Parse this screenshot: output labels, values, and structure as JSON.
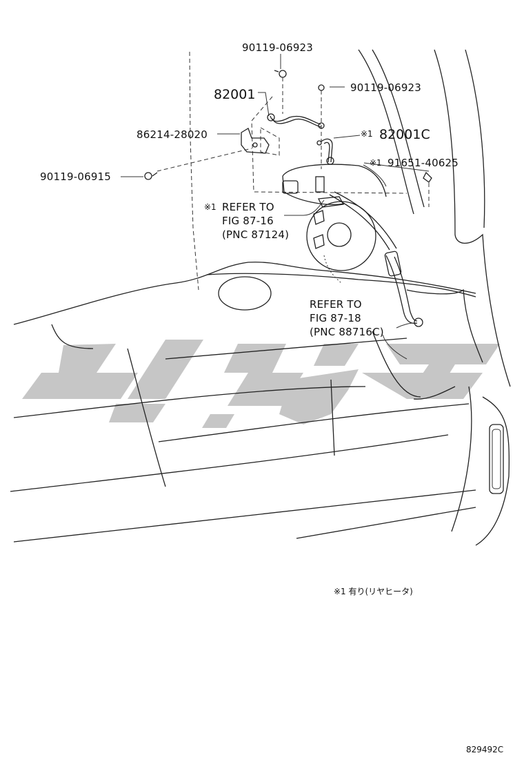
{
  "labels": {
    "bolt_top": "90119-06923",
    "part_82001": "82001",
    "bolt_right": "90119-06923",
    "bracket": "86214-28020",
    "part_82001c_mark": "※1",
    "part_82001c": "82001C",
    "clip_mark": "※1",
    "clip": "91651-40625",
    "bolt_left": "90119-06915",
    "refer1_mark": "※1",
    "refer1_line1": "REFER TO",
    "refer1_line2": "FIG 87-16",
    "refer1_line3": "(PNC 87124)",
    "refer2_line1": "REFER TO",
    "refer2_line2": "FIG 87-18",
    "refer2_line3": "(PNC 88716C)"
  },
  "footnote": "※1 有り(リヤヒータ)",
  "figure_code": "829492C",
  "colors": {
    "line": "#222222",
    "watermark": "#c6c6c6",
    "background": "#ffffff"
  }
}
